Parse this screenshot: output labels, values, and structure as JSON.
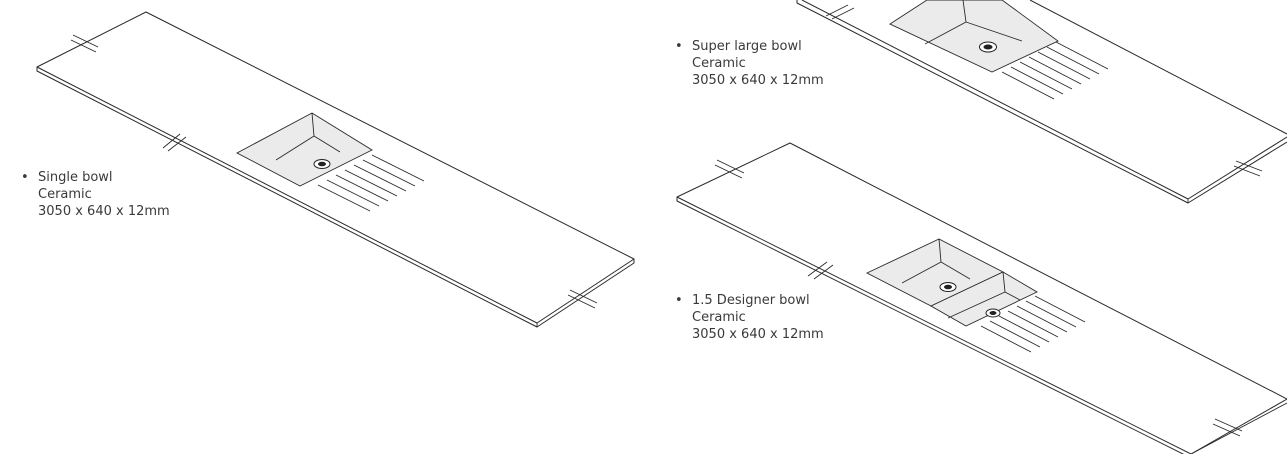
{
  "products": [
    {
      "bullet": "•",
      "name": "Single bowl",
      "material": "Ceramic",
      "dimensions": "3050 x 640 x 12mm"
    },
    {
      "bullet": "•",
      "name": "Super large bowl",
      "material": "Ceramic",
      "dimensions": "3050 x 640 x 12mm"
    },
    {
      "bullet": "•",
      "name": "1.5  Designer bowl",
      "material": "Ceramic",
      "dimensions": "3050 x 640 x 12mm"
    }
  ],
  "colors": {
    "line": "#2a2a2a",
    "sink_fill": "#ebebeb",
    "text": "#3a3a3a",
    "background": "#ffffff"
  }
}
